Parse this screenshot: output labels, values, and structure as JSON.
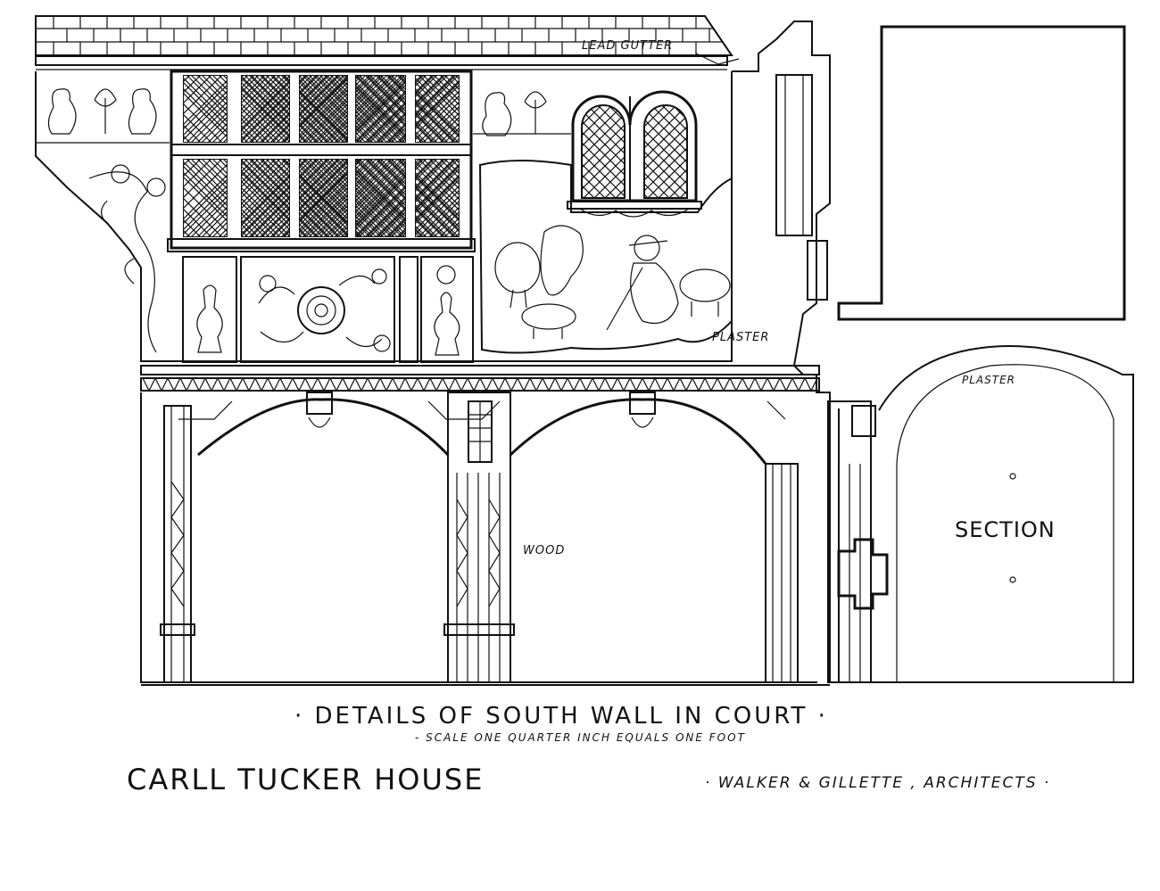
{
  "labels": {
    "lead_gutter": "LEAD GUTTER",
    "plaster_main": "PLASTER",
    "plaster_section": "PLASTER",
    "wood": "WOOD",
    "section": "SECTION"
  },
  "title": {
    "main": "· DETAILS OF SOUTH WALL IN COURT ·",
    "scale": "- SCALE ONE QUARTER INCH EQUALS ONE FOOT",
    "house": "CARLL TUCKER HOUSE",
    "architects": "· WALKER & GILLETTE , ARCHITECTS ·"
  }
}
